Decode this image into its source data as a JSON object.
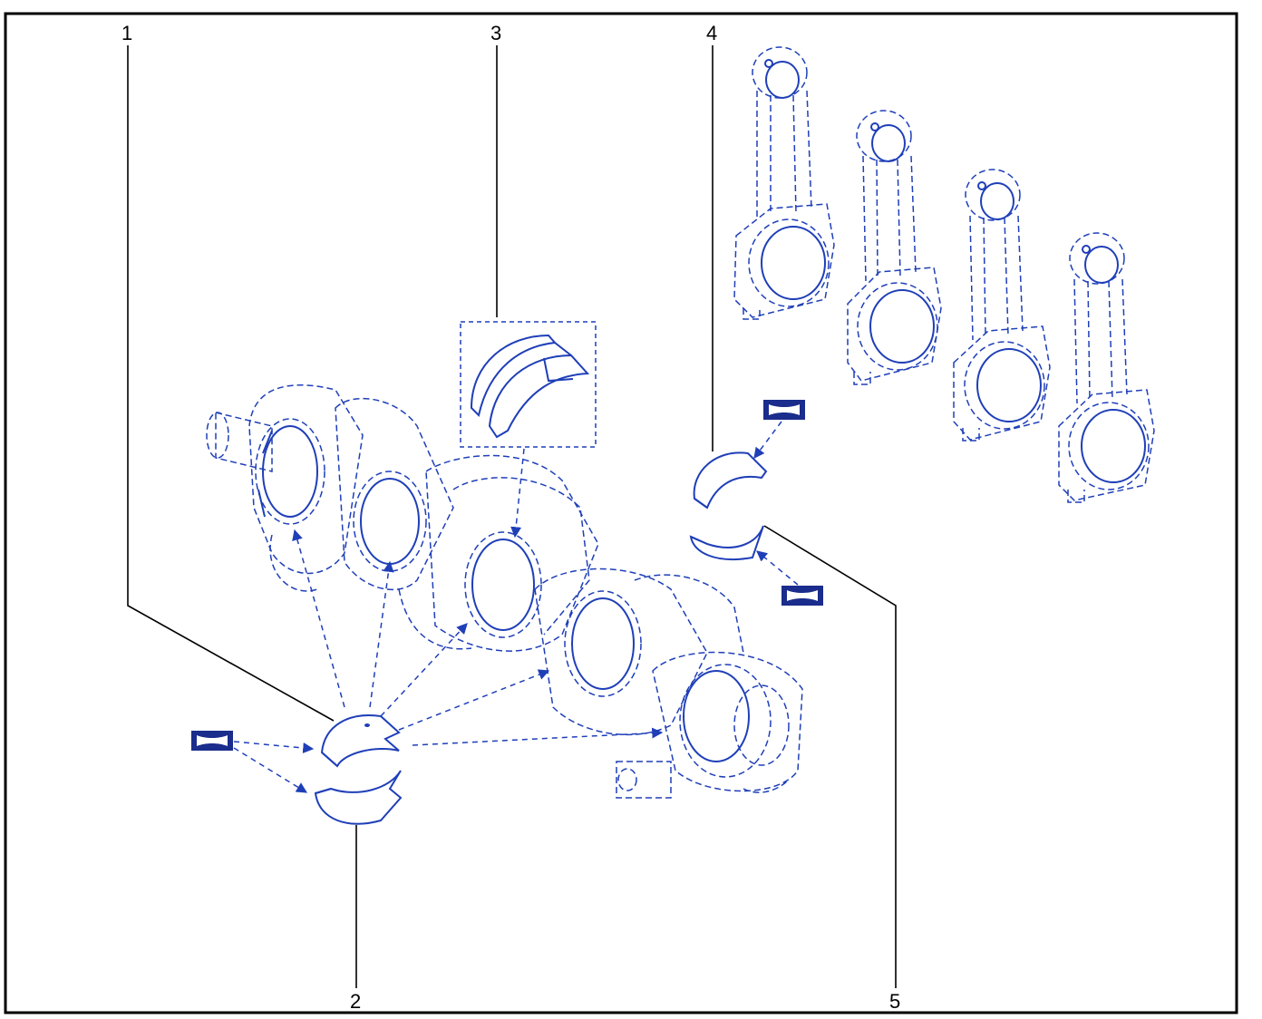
{
  "callouts": [
    {
      "id": "1",
      "label": "1"
    },
    {
      "id": "2",
      "label": "2"
    },
    {
      "id": "3",
      "label": "3"
    },
    {
      "id": "4",
      "label": "4"
    },
    {
      "id": "5",
      "label": "5"
    }
  ],
  "colors": {
    "line_art": "#1f3fb8",
    "lubricant_symbol": "#1a2c8c",
    "leader_lines": "#000000",
    "frame": "#000000"
  },
  "icons": [
    "lubricant-symbol-icon"
  ]
}
